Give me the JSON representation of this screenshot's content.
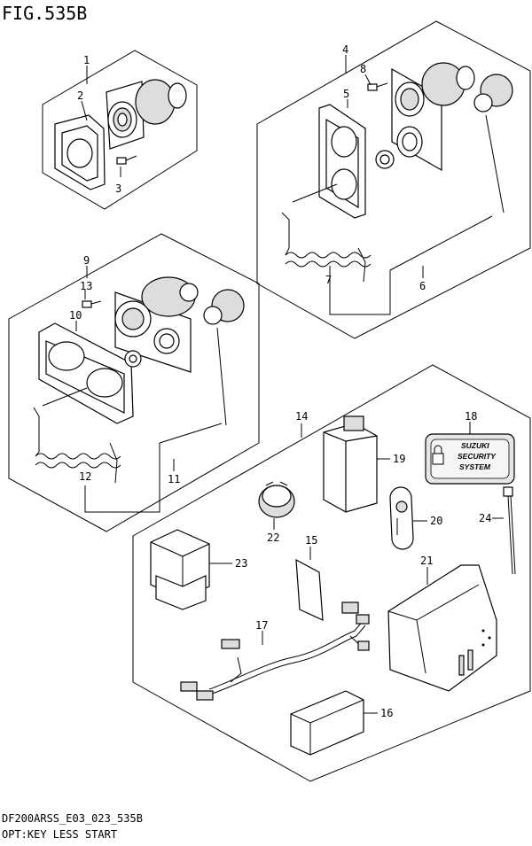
{
  "figure_title": "FIG.535B",
  "footer": {
    "code": "DF200ARSS_E03_023_535B",
    "caption": "OPT:KEY LESS START"
  },
  "badge": {
    "line1": "SUZUKI",
    "line2": "SECURITY",
    "line3": "SYSTEM"
  },
  "callouts": {
    "c1": "1",
    "c2": "2",
    "c3": "3",
    "c4": "4",
    "c5": "5",
    "c6": "6",
    "c7": "7",
    "c8": "8",
    "c9": "9",
    "c10": "10",
    "c11": "11",
    "c12": "12",
    "c13": "13",
    "c14": "14",
    "c15": "15",
    "c16": "16",
    "c17": "17",
    "c18": "18",
    "c19": "19",
    "c20": "20",
    "c21": "21",
    "c22": "22",
    "c23": "23",
    "c24": "24"
  }
}
